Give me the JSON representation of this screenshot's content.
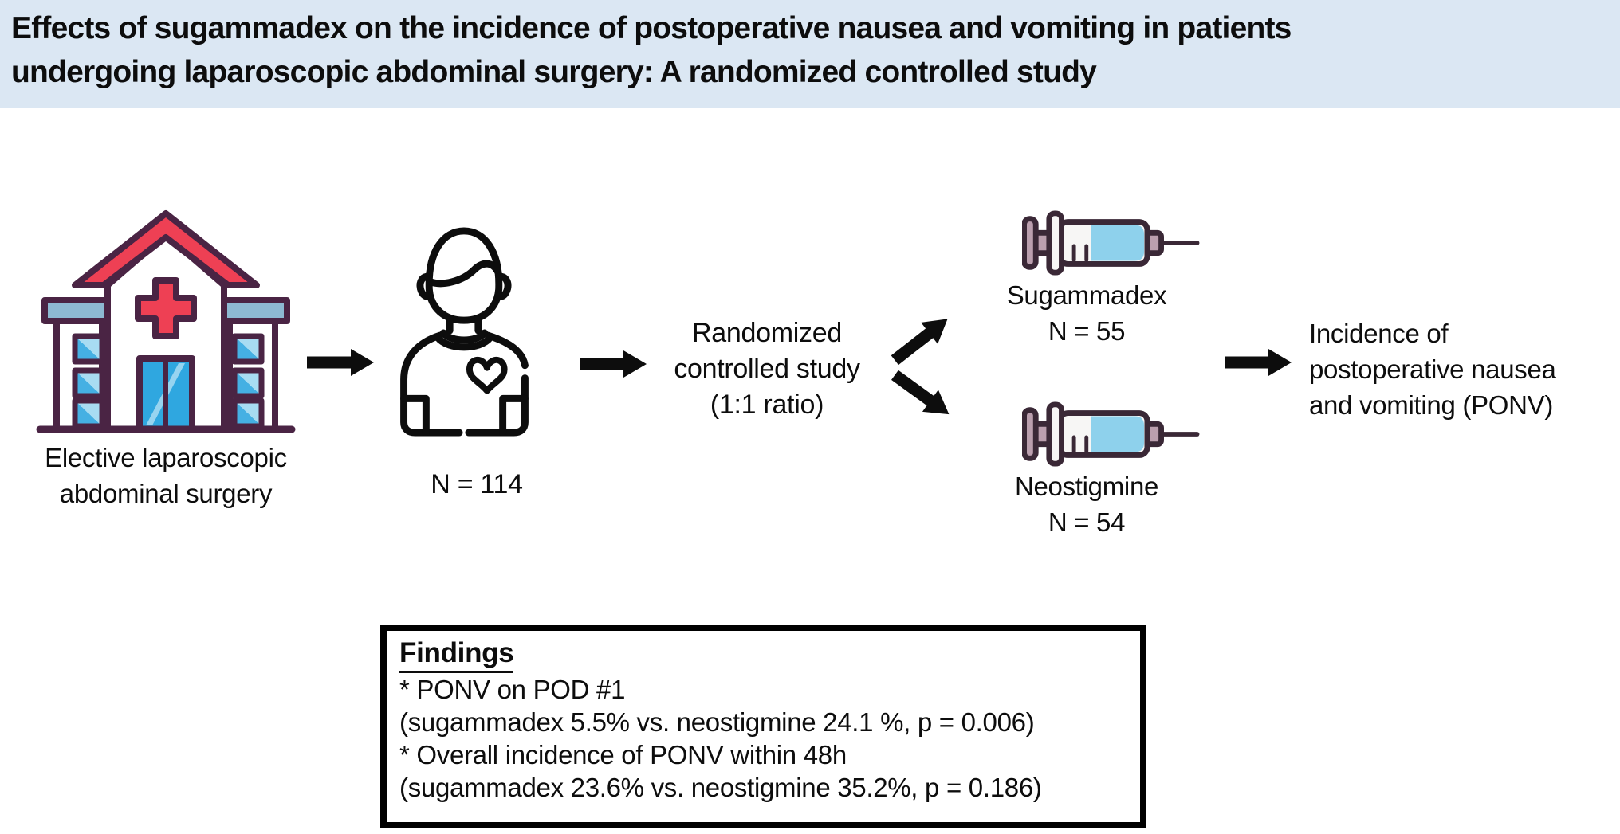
{
  "title": {
    "line1": "Effects of sugammadex on the incidence of postoperative nausea and vomiting in patients",
    "line2": "undergoing laparoscopic abdominal surgery: A randomized controlled study"
  },
  "flow": {
    "source": {
      "label_line1": "Elective laparoscopic",
      "label_line2": "abdominal surgery"
    },
    "population": {
      "label": "N = 114"
    },
    "randomization": {
      "line1": "Randomized",
      "line2": "controlled study",
      "line3": "(1:1 ratio)"
    },
    "arms": [
      {
        "name": "Sugammadex",
        "n": "N = 55"
      },
      {
        "name": "Neostigmine",
        "n": "N = 54"
      }
    ],
    "outcome": {
      "line1": "Incidence of",
      "line2": "postoperative nausea",
      "line3": "and vomiting (PONV)"
    }
  },
  "findings": {
    "heading": "Findings",
    "line1": "* PONV on POD #1",
    "line2": "(sugammadex 5.5% vs. neostigmine 24.1 %, p = 0.006)",
    "line3": "* Overall incidence of PONV within 48h",
    "line4": "(sugammadex 23.6% vs. neostigmine 35.2%, p = 0.186)"
  },
  "colors": {
    "title_bar_bg": "#dbe7f3",
    "text": "#0d0d0d",
    "icon_outline": "#4a2444",
    "syringe_outline": "#3a2836",
    "red": "#ee4054",
    "window_blue": "#45b0e3",
    "window_blue_light": "#a8dcf2",
    "door_blue": "#2fa7e0",
    "canopy_blue_gray": "#8db9d2",
    "plunger_mauve": "#bb9fae",
    "liquid_blue": "#8ed1ec"
  }
}
